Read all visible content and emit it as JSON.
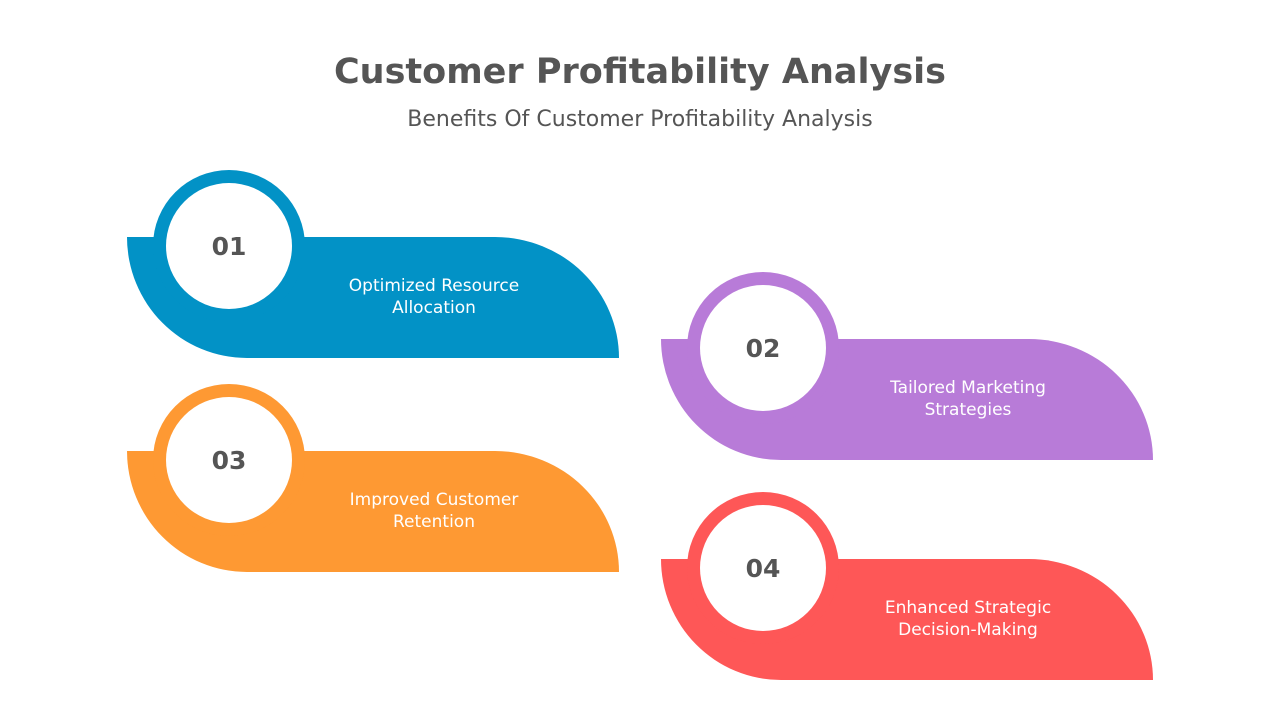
{
  "title": "Customer Profitability Analysis",
  "subtitle": "Benefits Of Customer Profitability Analysis",
  "items": [
    {
      "number": "01",
      "line1": "Optimized Resource",
      "line2": "Allocation",
      "color": "#0292C6"
    },
    {
      "number": "02",
      "line1": "Tailored Marketing",
      "line2": "Strategies",
      "color": "#B87BD8"
    },
    {
      "number": "03",
      "line1": "Improved Customer",
      "line2": "Retention",
      "color": "#FE9933"
    },
    {
      "number": "04",
      "line1": "Enhanced Strategic",
      "line2": "Decision-Making",
      "color": "#FE5757"
    }
  ]
}
